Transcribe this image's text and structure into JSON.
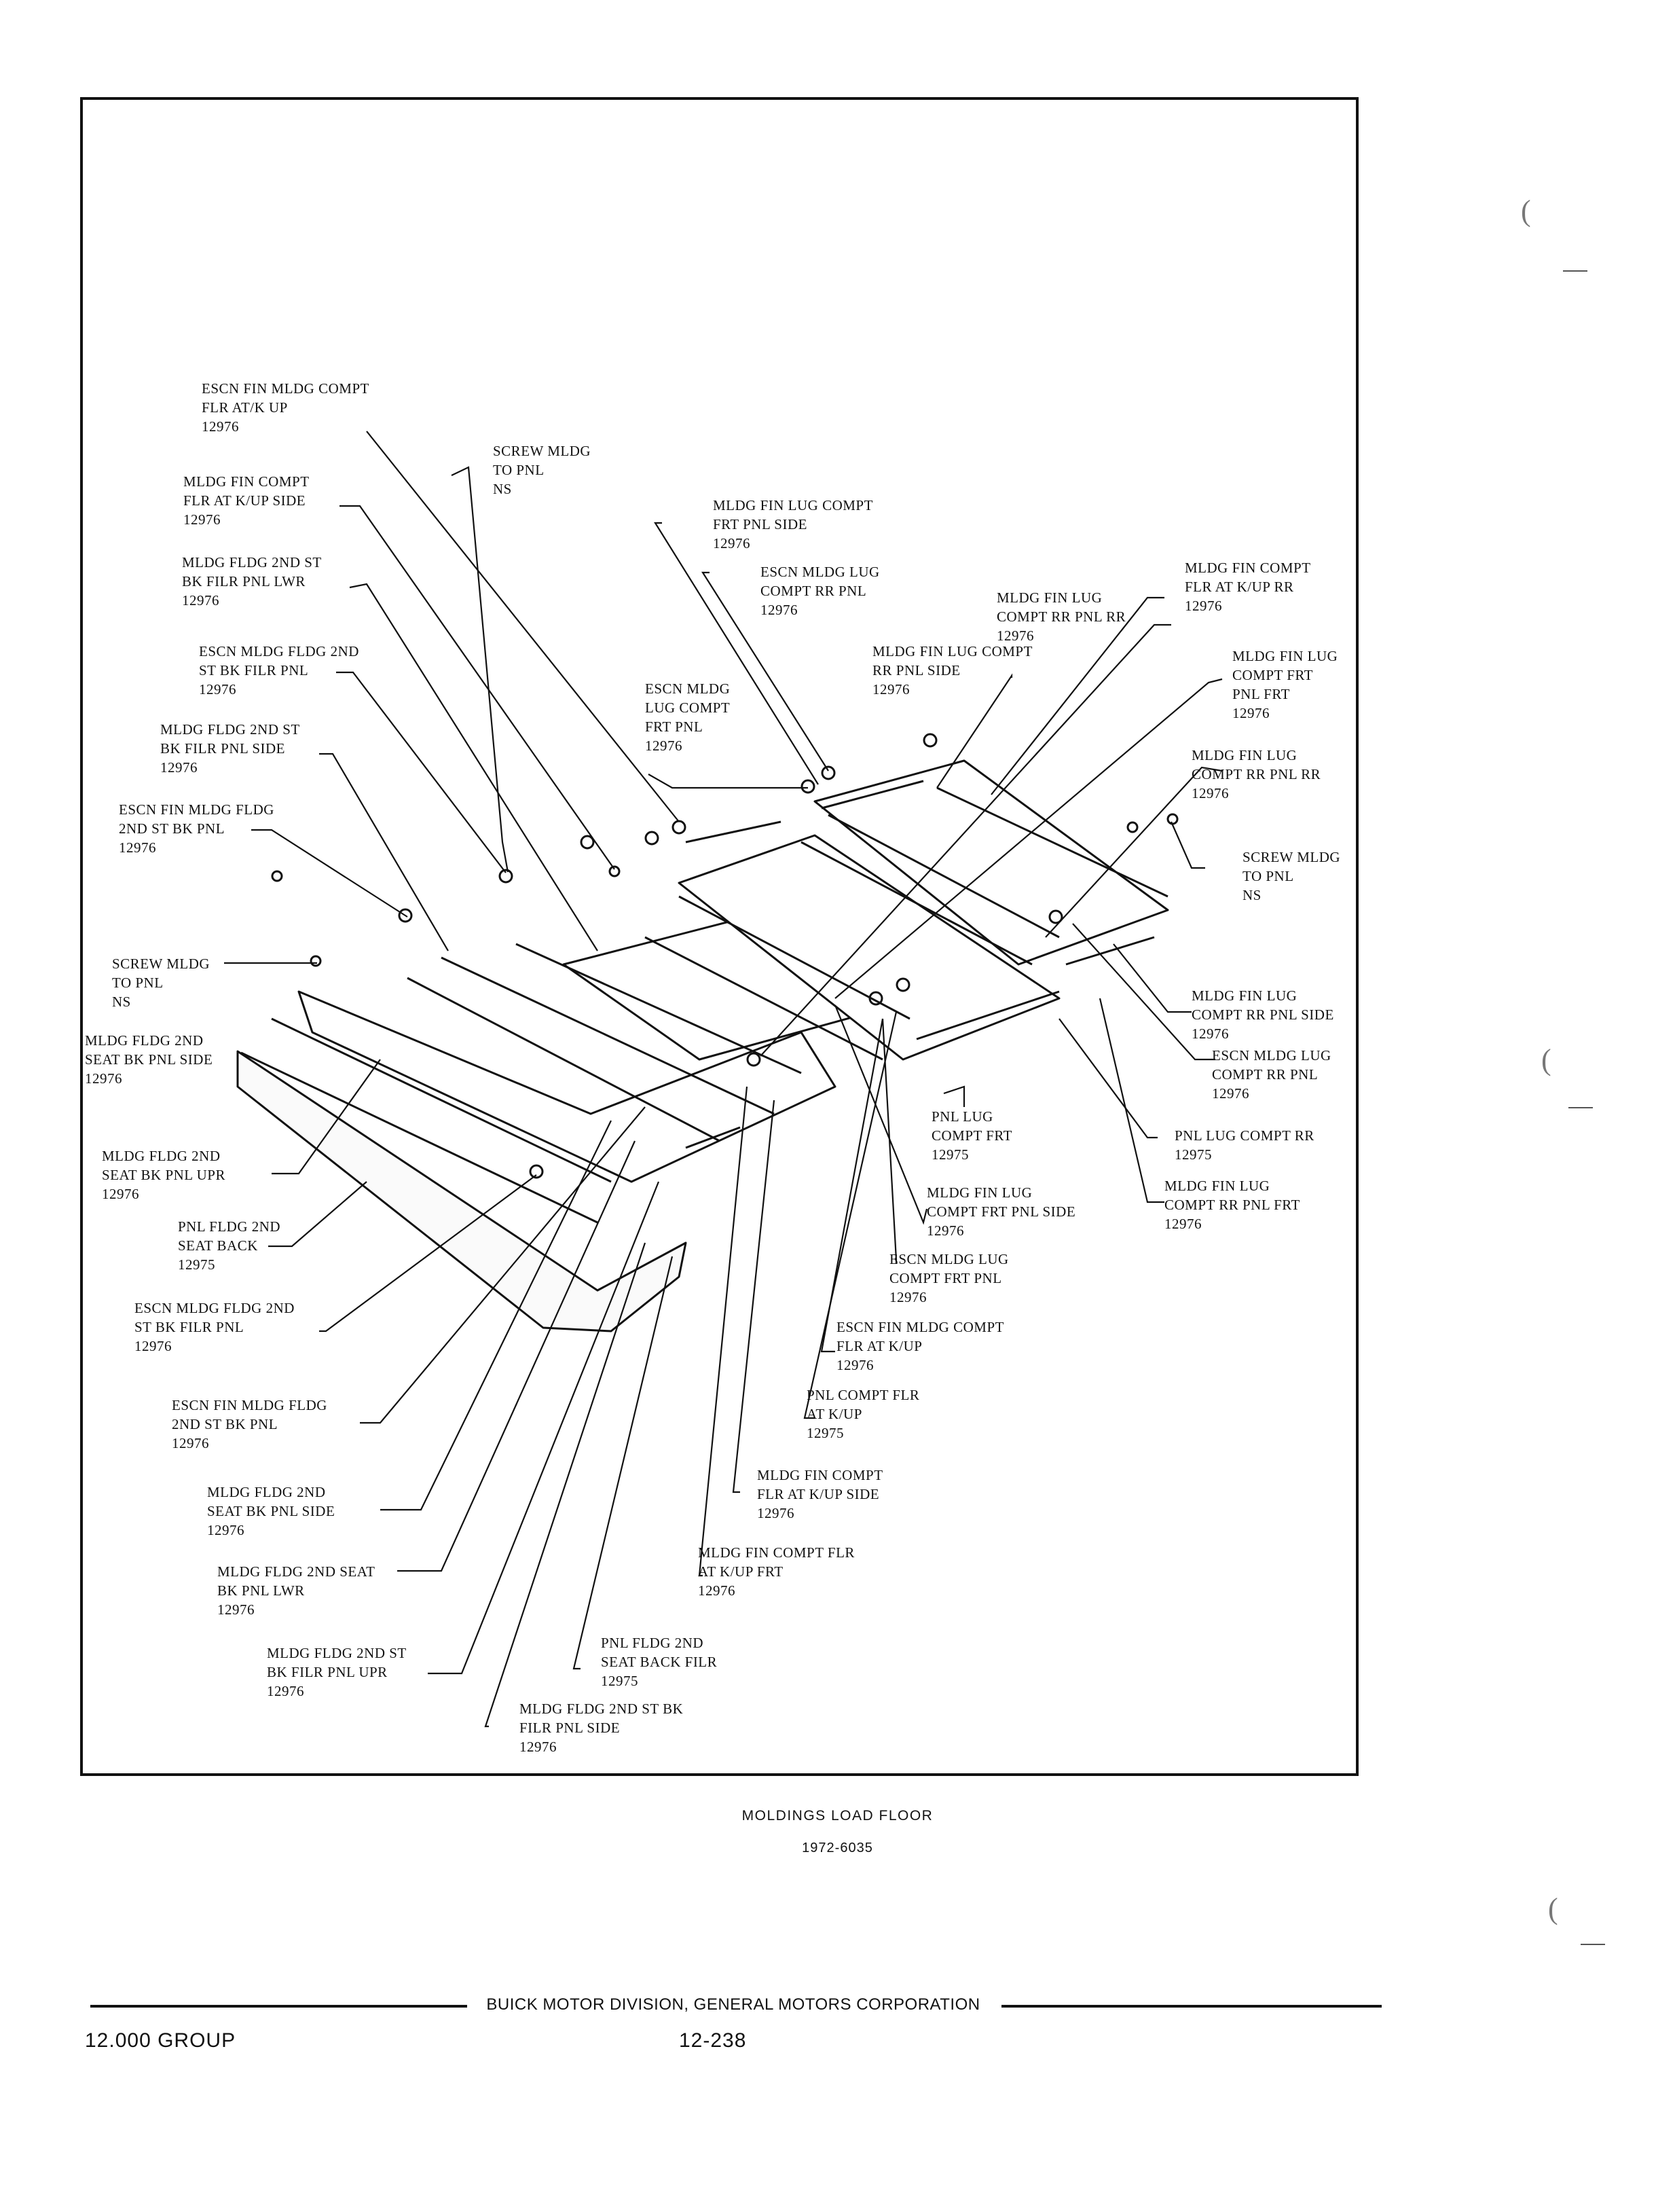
{
  "figure": {
    "caption_title": "MOLDINGS LOAD FLOOR",
    "caption_number": "1972-6035"
  },
  "callouts": [
    {
      "id": "c1",
      "text": "ESCN FIN MLDG COMPT\nFLR AT/K UP\n12976"
    },
    {
      "id": "c2",
      "text": "SCREW MLDG\nTO PNL\nNS"
    },
    {
      "id": "c3",
      "text": "MLDG FIN COMPT\nFLR AT K/UP SIDE\n12976"
    },
    {
      "id": "c4",
      "text": "MLDG FIN LUG COMPT\nFRT PNL SIDE\n12976"
    },
    {
      "id": "c5",
      "text": "MLDG FLDG 2ND ST\nBK FILR PNL LWR\n12976"
    },
    {
      "id": "c6",
      "text": "ESCN MLDG LUG\nCOMPT RR PNL\n12976"
    },
    {
      "id": "c7",
      "text": "MLDG FIN COMPT\nFLR AT K/UP RR\n12976"
    },
    {
      "id": "c8",
      "text": "MLDG FIN LUG\nCOMPT RR PNL RR\n12976"
    },
    {
      "id": "c9",
      "text": "ESCN MLDG FLDG 2ND\nST BK FILR PNL\n12976"
    },
    {
      "id": "c10",
      "text": "MLDG FIN LUG COMPT\nRR PNL SIDE\n12976"
    },
    {
      "id": "c11",
      "text": "MLDG FIN LUG\nCOMPT FRT\nPNL FRT\n12976"
    },
    {
      "id": "c12",
      "text": "ESCN MLDG\nLUG COMPT\nFRT PNL\n12976"
    },
    {
      "id": "c13",
      "text": "MLDG FLDG 2ND ST\nBK FILR PNL SIDE\n12976"
    },
    {
      "id": "c14",
      "text": "MLDG FIN LUG\nCOMPT RR PNL RR\n12976"
    },
    {
      "id": "c15",
      "text": "ESCN FIN MLDG FLDG\n2ND ST BK PNL\n12976"
    },
    {
      "id": "c16",
      "text": "SCREW MLDG\nTO PNL\nNS"
    },
    {
      "id": "c17",
      "text": "SCREW MLDG\nTO PNL\nNS"
    },
    {
      "id": "c18",
      "text": "MLDG FIN LUG\nCOMPT RR PNL SIDE\n12976"
    },
    {
      "id": "c19",
      "text": "MLDG FLDG 2ND\nSEAT BK PNL SIDE\n12976"
    },
    {
      "id": "c20",
      "text": "ESCN MLDG LUG\nCOMPT RR PNL\n12976"
    },
    {
      "id": "c21",
      "text": "PNL LUG\nCOMPT FRT\n12975"
    },
    {
      "id": "c22",
      "text": "PNL LUG COMPT RR\n12975"
    },
    {
      "id": "c23",
      "text": "MLDG FLDG 2ND\nSEAT BK PNL UPR\n12976"
    },
    {
      "id": "c24",
      "text": "MLDG FIN LUG\nCOMPT FRT PNL SIDE\n12976"
    },
    {
      "id": "c25",
      "text": "MLDG FIN LUG\nCOMPT RR PNL FRT\n12976"
    },
    {
      "id": "c26",
      "text": "PNL FLDG 2ND\nSEAT BACK\n12975"
    },
    {
      "id": "c27",
      "text": "ESCN MLDG LUG\nCOMPT FRT PNL\n12976"
    },
    {
      "id": "c28",
      "text": "ESCN MLDG FLDG 2ND\nST BK FILR PNL\n12976"
    },
    {
      "id": "c29",
      "text": "ESCN FIN MLDG COMPT\nFLR AT K/UP\n12976"
    },
    {
      "id": "c30",
      "text": "PNL COMPT FLR\nAT K/UP\n12975"
    },
    {
      "id": "c31",
      "text": "ESCN FIN MLDG FLDG\n2ND ST BK PNL\n12976"
    },
    {
      "id": "c32",
      "text": "MLDG FIN COMPT\nFLR AT K/UP SIDE\n12976"
    },
    {
      "id": "c33",
      "text": "MLDG FLDG 2ND\nSEAT BK PNL SIDE\n12976"
    },
    {
      "id": "c34",
      "text": "MLDG FIN COMPT FLR\nAT K/UP FRT\n12976"
    },
    {
      "id": "c35",
      "text": "MLDG FLDG 2ND SEAT\nBK PNL LWR\n12976"
    },
    {
      "id": "c36",
      "text": "PNL FLDG 2ND\nSEAT BACK FILR\n12975"
    },
    {
      "id": "c37",
      "text": "MLDG FLDG 2ND ST\nBK FILR PNL UPR\n12976"
    },
    {
      "id": "c38",
      "text": "MLDG FLDG 2ND ST BK\nFILR PNL SIDE\n12976"
    }
  ],
  "footer": {
    "publisher": "BUICK MOTOR DIVISION, GENERAL MOTORS CORPORATION",
    "group": "12.000 GROUP",
    "page": "12-238"
  }
}
